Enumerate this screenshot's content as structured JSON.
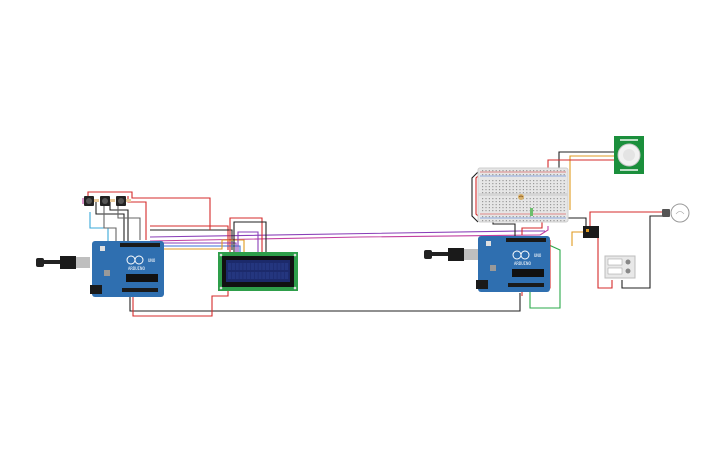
{
  "circuit": {
    "arduino_left": {
      "logo_text": "UNO",
      "brand_text": "ARDUINO"
    },
    "arduino_right": {
      "logo_text": "UNO",
      "brand_text": "ARDUINO"
    },
    "lcd": {
      "rows": 2,
      "cols": 16
    },
    "pir_sensor": {
      "icon": "pir-sensor-icon"
    },
    "bulb": {
      "icon": "light-bulb-icon"
    },
    "buttons": {
      "count": 3
    }
  },
  "colors": {
    "board": "#2f6fb0",
    "breadboard": "#e6e6e6",
    "lcd_pcb": "#2e9e4a",
    "lcd_screen": "#1c2a6b",
    "pir_pcb": "#1b8f3c",
    "wire_red": "#d42b2b",
    "wire_black": "#222222",
    "wire_purple": "#8a3fb8",
    "wire_pink": "#c23fa0",
    "wire_green": "#2aa84a",
    "wire_orange": "#e09a20",
    "wire_blue": "#3a6fd8",
    "wire_cyan": "#3aa8d8",
    "wire_gray": "#666666"
  }
}
